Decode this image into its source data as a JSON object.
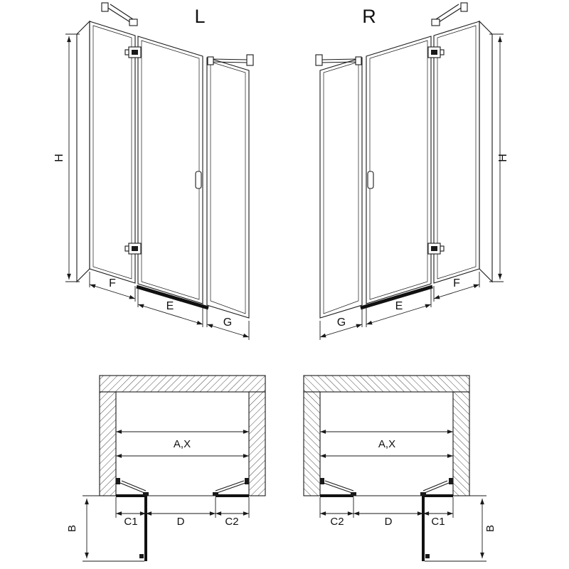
{
  "page": {
    "background_color": "#ffffff",
    "line_color": "#1a1a1a"
  },
  "views": {
    "left_elevation": {
      "label": "L",
      "dim_height": "H",
      "dim_fixed_panel": "F",
      "dim_door": "E",
      "dim_side_panel": "G"
    },
    "right_elevation": {
      "label": "R",
      "dim_height": "H",
      "dim_fixed_panel": "F",
      "dim_door": "E",
      "dim_side_panel": "G"
    },
    "left_plan": {
      "dim_width": "A,X",
      "dim_c1": "C1",
      "dim_door": "D",
      "dim_c2": "C2",
      "dim_depth": "B"
    },
    "right_plan": {
      "dim_width": "A,X",
      "dim_c1": "C1",
      "dim_door": "D",
      "dim_c2": "C2",
      "dim_depth": "B"
    }
  }
}
